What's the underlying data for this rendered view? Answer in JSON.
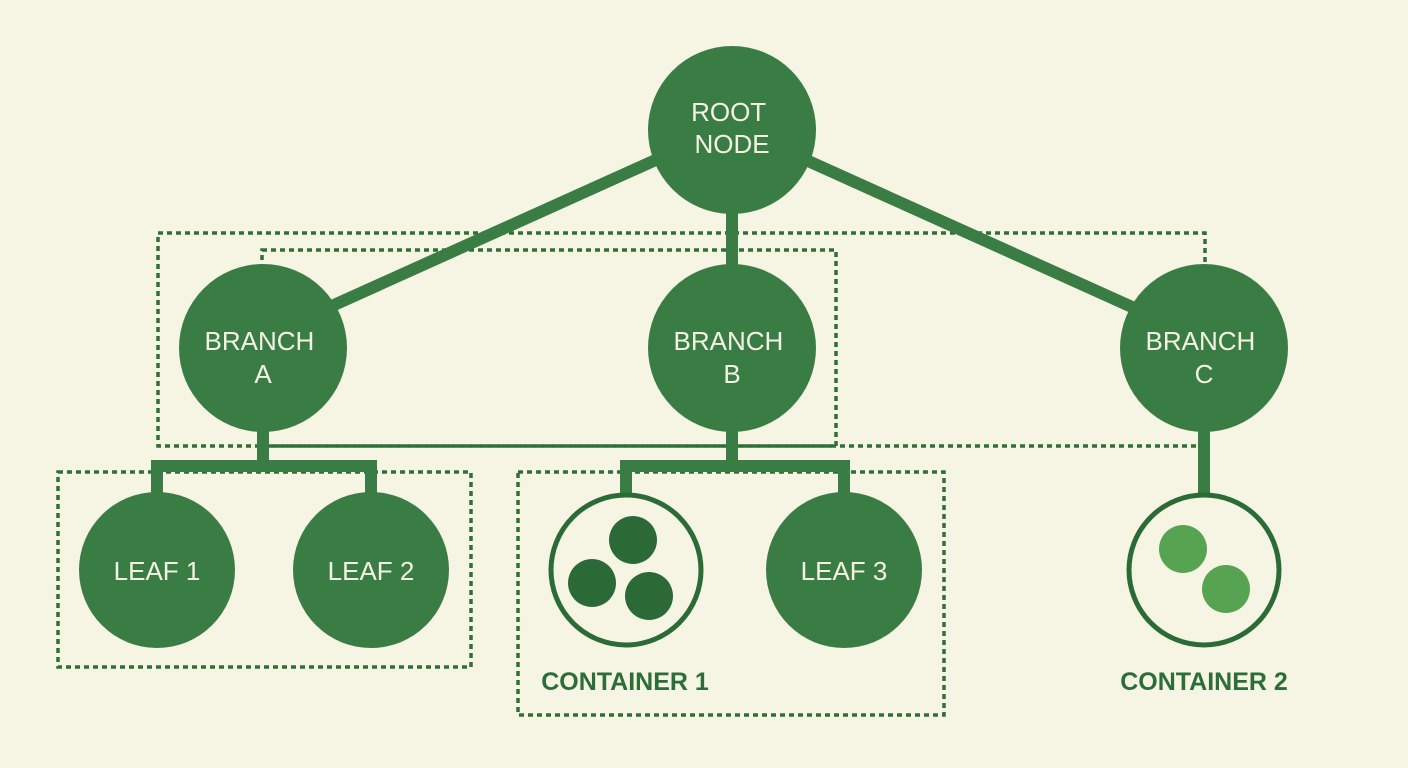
{
  "diagram": {
    "colors": {
      "background": "#f6f4e2",
      "node_fill": "#3a7d44",
      "edge": "#3a7d44",
      "label_text": "#f4f3e4",
      "dotted_border": "#2f6f3a",
      "container_ring": "#2b6b36",
      "container_1_dots": "#2b6a37",
      "container_2_dots": "#56a451",
      "caption_text": "#2b6e39"
    },
    "nodes": {
      "root": {
        "line1": "ROOT",
        "line2": "NODE"
      },
      "branch_a": {
        "line1": "BRANCH",
        "line2": "A"
      },
      "branch_b": {
        "line1": "BRANCH",
        "line2": "B"
      },
      "branch_c": {
        "line1": "BRANCH",
        "line2": "C"
      },
      "leaf_1": {
        "label": "LEAF 1"
      },
      "leaf_2": {
        "label": "LEAF 2"
      },
      "leaf_3": {
        "label": "LEAF 3"
      }
    },
    "containers": {
      "container_1": {
        "label": "CONTAINER 1",
        "dot_count": 3
      },
      "container_2": {
        "label": "CONTAINER 2",
        "dot_count": 2
      }
    },
    "edges": [
      {
        "from": "root",
        "to": "branch_a"
      },
      {
        "from": "root",
        "to": "branch_b"
      },
      {
        "from": "root",
        "to": "branch_c"
      },
      {
        "from": "branch_a",
        "to": "leaf_1"
      },
      {
        "from": "branch_a",
        "to": "leaf_2"
      },
      {
        "from": "branch_b",
        "to": "container_1"
      },
      {
        "from": "branch_b",
        "to": "leaf_3"
      },
      {
        "from": "branch_c",
        "to": "container_2"
      }
    ]
  }
}
